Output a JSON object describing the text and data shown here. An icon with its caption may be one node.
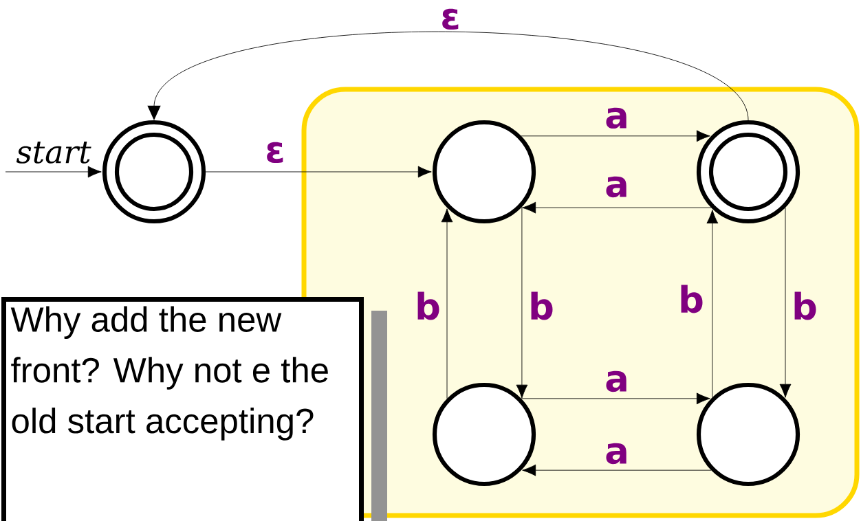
{
  "diagram": {
    "nodes": [
      {
        "text": [],
        "shape": "box"
      },
      {
        "text": [],
        "shape": "double-circle"
      },
      {
        "text": [],
        "shape": "circle",
        "in": 0
      },
      {
        "text": [],
        "shape": "double-circle",
        "in": 0
      },
      {
        "text": [],
        "shape": "circle",
        "in": 0
      },
      {
        "text": [],
        "shape": "circle",
        "in": 0
      },
      {
        "text": [
          "Why add the new front? Why not e the old start accepting?"
        ]
      }
    ],
    "edges": [
      {
        "from": null,
        "to": 1,
        "arrow": "to",
        "label": "start"
      },
      {
        "from": 1,
        "to": 2,
        "arrow": "to",
        "label": "ε"
      },
      {
        "from": 3,
        "to": 1,
        "arrow": "to",
        "label": "ε"
      },
      {
        "from": 2,
        "to": 3,
        "arrow": "to",
        "label": "a"
      },
      {
        "from": 3,
        "to": 2,
        "arrow": "to",
        "label": "a"
      },
      {
        "from": 2,
        "to": 4,
        "arrow": "to",
        "label": "b"
      },
      {
        "from": 4,
        "to": 2,
        "arrow": "to",
        "label": "b"
      },
      {
        "from": 3,
        "to": 5,
        "arrow": "to",
        "label": "b"
      },
      {
        "from": 5,
        "to": 3,
        "arrow": "to",
        "label": "b"
      },
      {
        "from": 4,
        "to": 5,
        "arrow": "to",
        "label": "a"
      },
      {
        "from": 5,
        "to": 4,
        "arrow": "to",
        "label": "a"
      }
    ]
  }
}
